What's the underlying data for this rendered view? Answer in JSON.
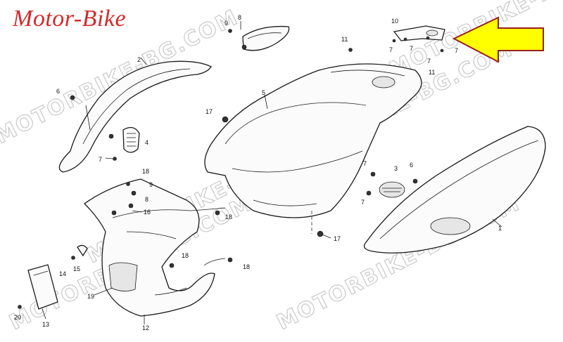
{
  "brand": {
    "title": "Motor-Bike",
    "color": "#d42a2a"
  },
  "watermark_texts": [
    "MOTORBIKE-BG.COM",
    "MOTORBIKE-BG.COM",
    "MOTORBIKE-BG.COM",
    "MOTORBIKE-BG.COM",
    "MOTORBIKE-BG.COM",
    "MOTORBIKE-BG.COM"
  ],
  "arrow": {
    "color": "#ffff00",
    "outline": "#9a1f1f"
  },
  "callouts": [
    {
      "id": "c-9-top",
      "text": "9"
    },
    {
      "id": "c-8-top",
      "text": "8"
    },
    {
      "id": "c-10",
      "text": "10"
    },
    {
      "id": "c-7-a",
      "text": "7"
    },
    {
      "id": "c-7-b",
      "text": "7"
    },
    {
      "id": "c-7-c",
      "text": "7"
    },
    {
      "id": "c-7-d",
      "text": "7"
    },
    {
      "id": "c-11-a",
      "text": "11"
    },
    {
      "id": "c-11-b",
      "text": "11"
    },
    {
      "id": "c-2",
      "text": "2"
    },
    {
      "id": "c-6-left",
      "text": "6"
    },
    {
      "id": "c-5",
      "text": "5"
    },
    {
      "id": "c-17-a",
      "text": "17"
    },
    {
      "id": "c-4",
      "text": "4"
    },
    {
      "id": "c-7-left",
      "text": "7"
    },
    {
      "id": "c-18-a",
      "text": "18"
    },
    {
      "id": "c-9-mid",
      "text": "9"
    },
    {
      "id": "c-8-mid",
      "text": "8"
    },
    {
      "id": "c-16",
      "text": "16"
    },
    {
      "id": "c-18-b",
      "text": "18"
    },
    {
      "id": "c-7-right-a",
      "text": "7"
    },
    {
      "id": "c-3",
      "text": "3"
    },
    {
      "id": "c-6-right",
      "text": "6"
    },
    {
      "id": "c-7-right-b",
      "text": "7"
    },
    {
      "id": "c-1",
      "text": "1"
    },
    {
      "id": "c-17-b",
      "text": "17"
    },
    {
      "id": "c-18-c",
      "text": "18"
    },
    {
      "id": "c-18-d",
      "text": "18"
    },
    {
      "id": "c-14",
      "text": "14"
    },
    {
      "id": "c-15",
      "text": "15"
    },
    {
      "id": "c-19",
      "text": "19"
    },
    {
      "id": "c-12",
      "text": "12"
    },
    {
      "id": "c-13",
      "text": "13"
    },
    {
      "id": "c-20",
      "text": "20"
    }
  ]
}
